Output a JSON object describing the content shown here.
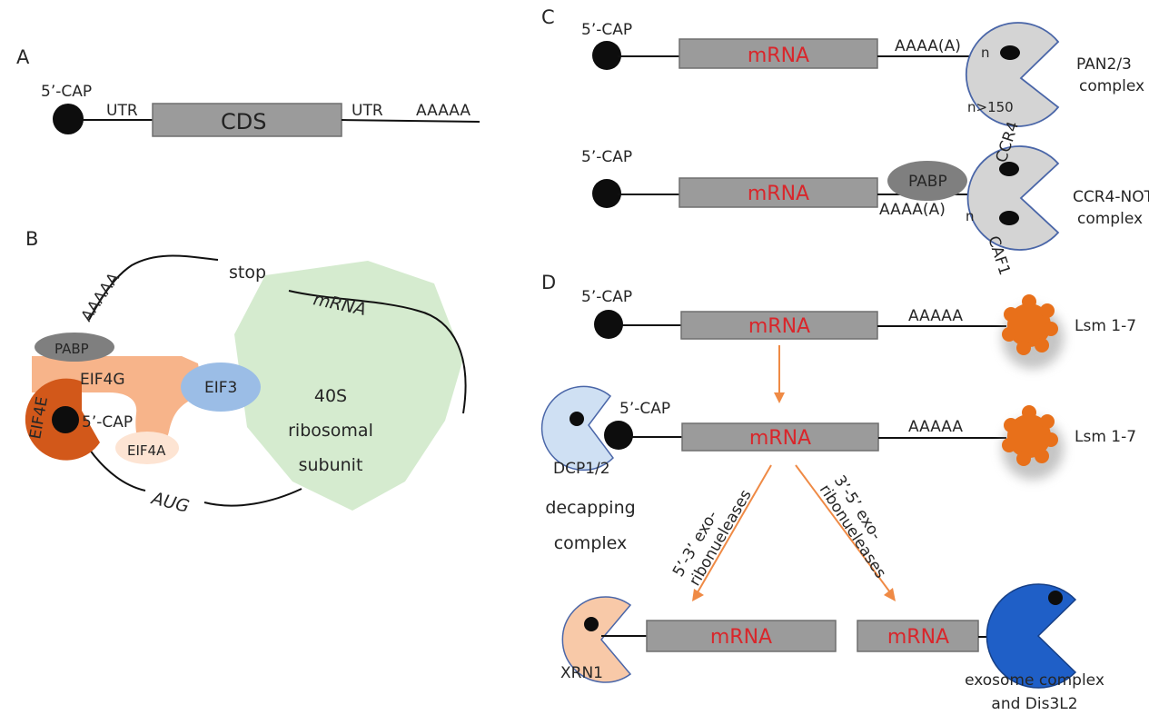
{
  "panels": {
    "a": "A",
    "b": "B",
    "c": "C",
    "d": "D"
  },
  "panel_a": {
    "cap": "5’-CAP",
    "utr5": "UTR",
    "cds": "CDS",
    "utr3": "UTR",
    "polya": "AAAAA"
  },
  "panel_b": {
    "polya": "AAAAA",
    "stop": "stop",
    "mrna": "mRNA",
    "pabp": "PABP",
    "eif4g": "EIF4G",
    "eif3": "EIF3",
    "eif4e": "EIF4E",
    "cap": "5’-CAP",
    "eif4a": "EIF4A",
    "ribosome_1": "40S",
    "ribosome_2": "ribosomal",
    "ribosome_3": "subunit",
    "aug": "AUG"
  },
  "panel_c": {
    "row1": {
      "cap": "5’-CAP",
      "mrna": "mRNA",
      "tail": "AAAA(A)",
      "tail_sub": "n",
      "complex_1": "PAN2/3",
      "complex_2": "complex",
      "length": "n>150"
    },
    "row2": {
      "cap": "5’-CAP",
      "mrna": "mRNA",
      "pabp": "PABP",
      "tail": "AAAA(A)",
      "tail_sub": "n",
      "ccr4": "CCR4",
      "caf1": "CAF1",
      "complex_1": "CCR4-NOT",
      "complex_2": "complex"
    }
  },
  "panel_d": {
    "row1": {
      "cap": "5’-CAP",
      "mrna": "mRNA",
      "polya": "AAAAA",
      "lsm": "Lsm 1-7"
    },
    "row2": {
      "cap": "5’-CAP",
      "mrna": "mRNA",
      "polya": "AAAAA",
      "lsm": "Lsm 1-7",
      "dcp": "DCP1/2",
      "decap_1": "decapping",
      "decap_2": "complex"
    },
    "left_path": {
      "label_1": "5’-3’ exo-",
      "label_2": "ribonueleases",
      "mrna": "mRNA",
      "xrn1": "XRN1"
    },
    "right_path": {
      "label_1": "3’-5’ exo-",
      "label_2": "ribonueleases",
      "mrna": "mRNA",
      "exosome_1": "exosome complex",
      "exosome_2": "and Dis3L2"
    }
  },
  "colors": {
    "mrna_text": "#d9262b",
    "box": "#9b9b9b",
    "eif4e": "#d2581a",
    "eif4g": "#f7b48a",
    "eif3": "#9bbde6",
    "ribosome": "#d5ebcf",
    "pabp": "#7f7f7f",
    "lsm": "#e8701a",
    "arrow": "#ef8a45",
    "dcp": "#cfe0f3",
    "xrn1": "#f8c9a8",
    "exosome": "#1f5fc7",
    "pacman_c": "#d4d4d4"
  }
}
